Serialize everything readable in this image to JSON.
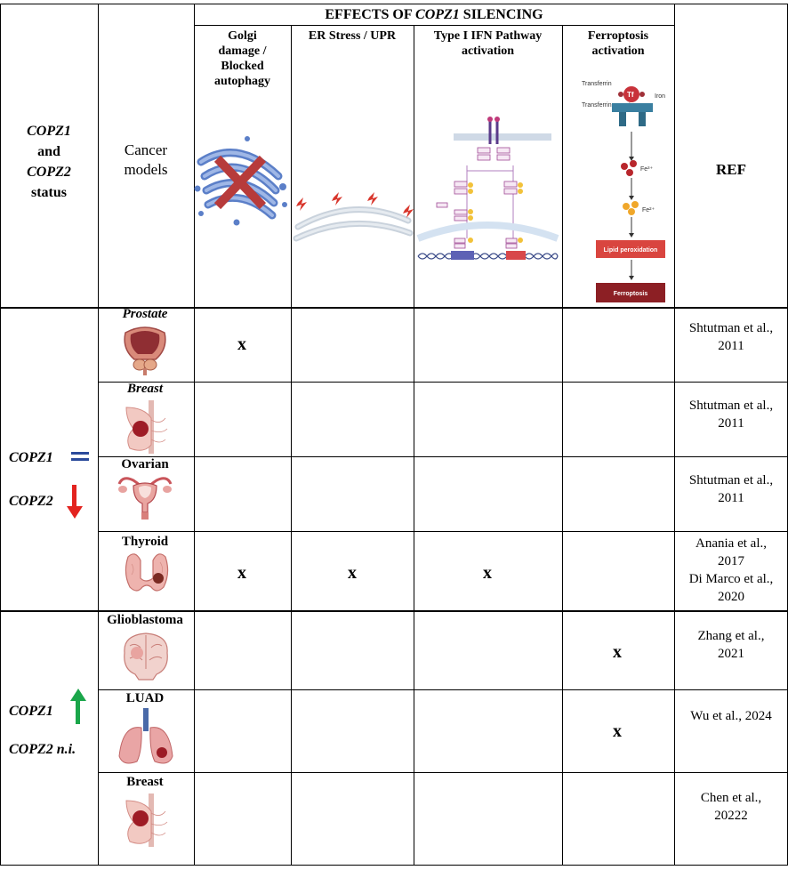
{
  "header": {
    "effects_title_pre": "EFFECTS OF ",
    "effects_title_gene": "COPZ1",
    "effects_title_post": " SILENCING",
    "status_gene1": "COPZ1",
    "status_and": "and",
    "status_gene2": "COPZ2",
    "status_word": "status",
    "models_line1": "Cancer",
    "models_line2": "models",
    "ref": "REF",
    "col_golgi": [
      "Golgi",
      "damage /",
      "Blocked",
      "autophagy"
    ],
    "col_er": "ER Stress / UPR",
    "col_ifn": [
      "Type I IFN Pathway",
      "activation"
    ],
    "col_ferro": [
      "Ferroptosis",
      "activation"
    ]
  },
  "ferroptosis_diagram": {
    "transferrin": "Transferrin",
    "tf": "Tf",
    "iron": "Iron",
    "receptor": "Transferrin receptor",
    "fe3": "Fe³⁺",
    "fe2": "Fe²⁺",
    "lipid": "Lipid peroxidation",
    "ferroptosis": "Ferroptosis"
  },
  "groups": [
    {
      "gene1": "COPZ1",
      "gene1_symbol": "=",
      "gene2": "COPZ2",
      "gene2_symbol": "down-arrow",
      "color_gene1_symbol": "#2b4a9b",
      "color_gene2_symbol": "#e3231f"
    },
    {
      "gene1": "COPZ1",
      "gene1_symbol": "up-arrow",
      "gene2": "COPZ2 n.i.",
      "color_gene1_symbol": "#1aa64a"
    }
  ],
  "rows": [
    {
      "model": "Prostate",
      "golgi": "x",
      "er": "",
      "ifn": "",
      "ferro": "",
      "ref": [
        "Shtutman et al.,",
        "2011"
      ]
    },
    {
      "model": "Breast",
      "golgi": "",
      "er": "",
      "ifn": "",
      "ferro": "",
      "ref": [
        "Shtutman et al.,",
        "2011"
      ]
    },
    {
      "model": "Ovarian",
      "golgi": "",
      "er": "",
      "ifn": "",
      "ferro": "",
      "ref": [
        "Shtutman et al.,",
        "2011"
      ]
    },
    {
      "model": "Thyroid",
      "golgi": "x",
      "er": "x",
      "ifn": "x",
      "ferro": "",
      "ref": [
        "Anania et al.,",
        "2017",
        "Di Marco et al.,",
        "2020"
      ]
    },
    {
      "model": "Glioblastoma",
      "golgi": "",
      "er": "",
      "ifn": "",
      "ferro": "x",
      "ref": [
        "Zhang et al.,",
        "2021"
      ]
    },
    {
      "model": "LUAD",
      "golgi": "",
      "er": "",
      "ifn": "",
      "ferro": "x",
      "ref": [
        "Wu et al., 2024"
      ]
    },
    {
      "model": "Breast",
      "golgi": "",
      "er": "",
      "ifn": "",
      "ferro": "",
      "ref": [
        "Chen et al.,",
        "20222"
      ]
    }
  ]
}
